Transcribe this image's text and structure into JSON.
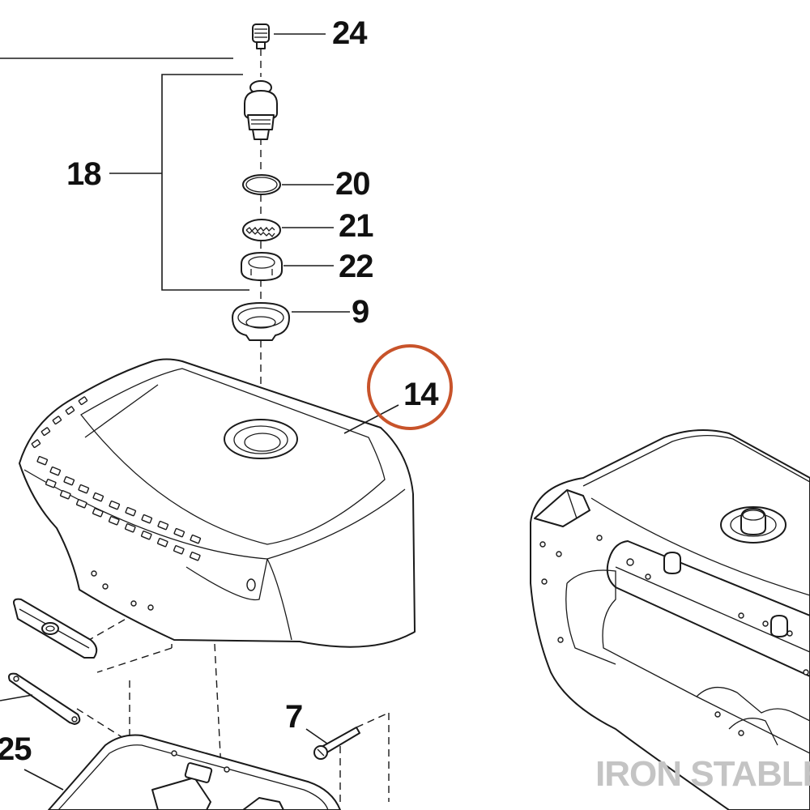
{
  "callouts": {
    "c24": "24",
    "c18": "18",
    "c20": "20",
    "c21": "21",
    "c22": "22",
    "c9": "9",
    "c14": "14",
    "c7": "7",
    "c25": "25"
  },
  "highlight": {
    "callout": "14",
    "color": "#C8532A"
  },
  "watermark": {
    "text": "IRON STABLE",
    "color": "#c4c4c4"
  },
  "colors": {
    "line": "#1a1a1a",
    "background": "#ffffff"
  }
}
